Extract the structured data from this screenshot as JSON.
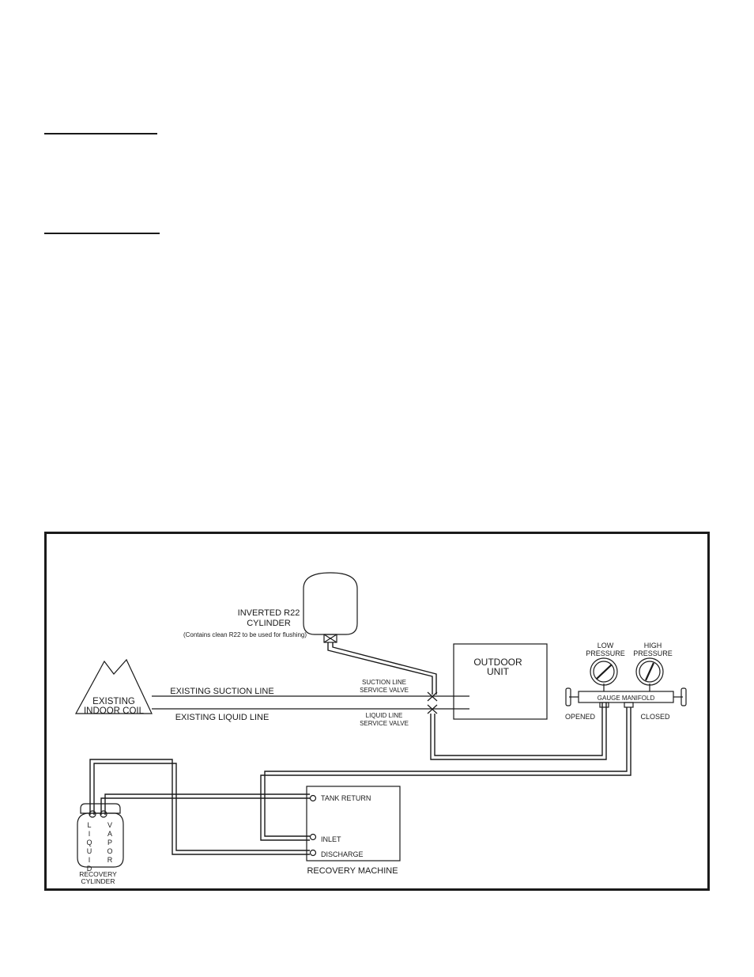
{
  "header_rules": [
    {
      "name": "section-heading-rule-1"
    },
    {
      "name": "section-heading-rule-2"
    }
  ],
  "diagram": {
    "cylinder": {
      "line1": "INVERTED R22",
      "line2": "CYLINDER",
      "note": "(Contains clean R22 to be used for flushing)"
    },
    "indoor_coil": {
      "line1": "EXISTING",
      "line2": "INDOOR COIL"
    },
    "suction_line": "EXISTING SUCTION LINE",
    "liquid_line": "EXISTING LIQUID LINE",
    "suction_valve": {
      "line1": "SUCTION LINE",
      "line2": "SERVICE VALVE"
    },
    "liquid_valve": {
      "line1": "LIQUID LINE",
      "line2": "SERVICE VALVE"
    },
    "outdoor_unit": {
      "line1": "OUTDOOR",
      "line2": "UNIT"
    },
    "low_pressure": {
      "line1": "LOW",
      "line2": "PRESSURE"
    },
    "high_pressure": {
      "line1": "HIGH",
      "line2": "PRESSURE"
    },
    "gauge_manifold": "GAUGE MANIFOLD",
    "opened": "OPENED",
    "closed": "CLOSED",
    "tank_return": "TANK RETURN",
    "inlet": "INLET",
    "discharge": "DISCHARGE",
    "recovery_machine": "RECOVERY MACHINE",
    "recovery_cylinder": {
      "line1": "RECOVERY",
      "line2": "CYLINDER"
    },
    "liquid_letters": [
      "L",
      "I",
      "Q",
      "U",
      "I",
      "D"
    ],
    "vapor_letters": [
      "V",
      "A",
      "P",
      "O",
      "R"
    ]
  }
}
